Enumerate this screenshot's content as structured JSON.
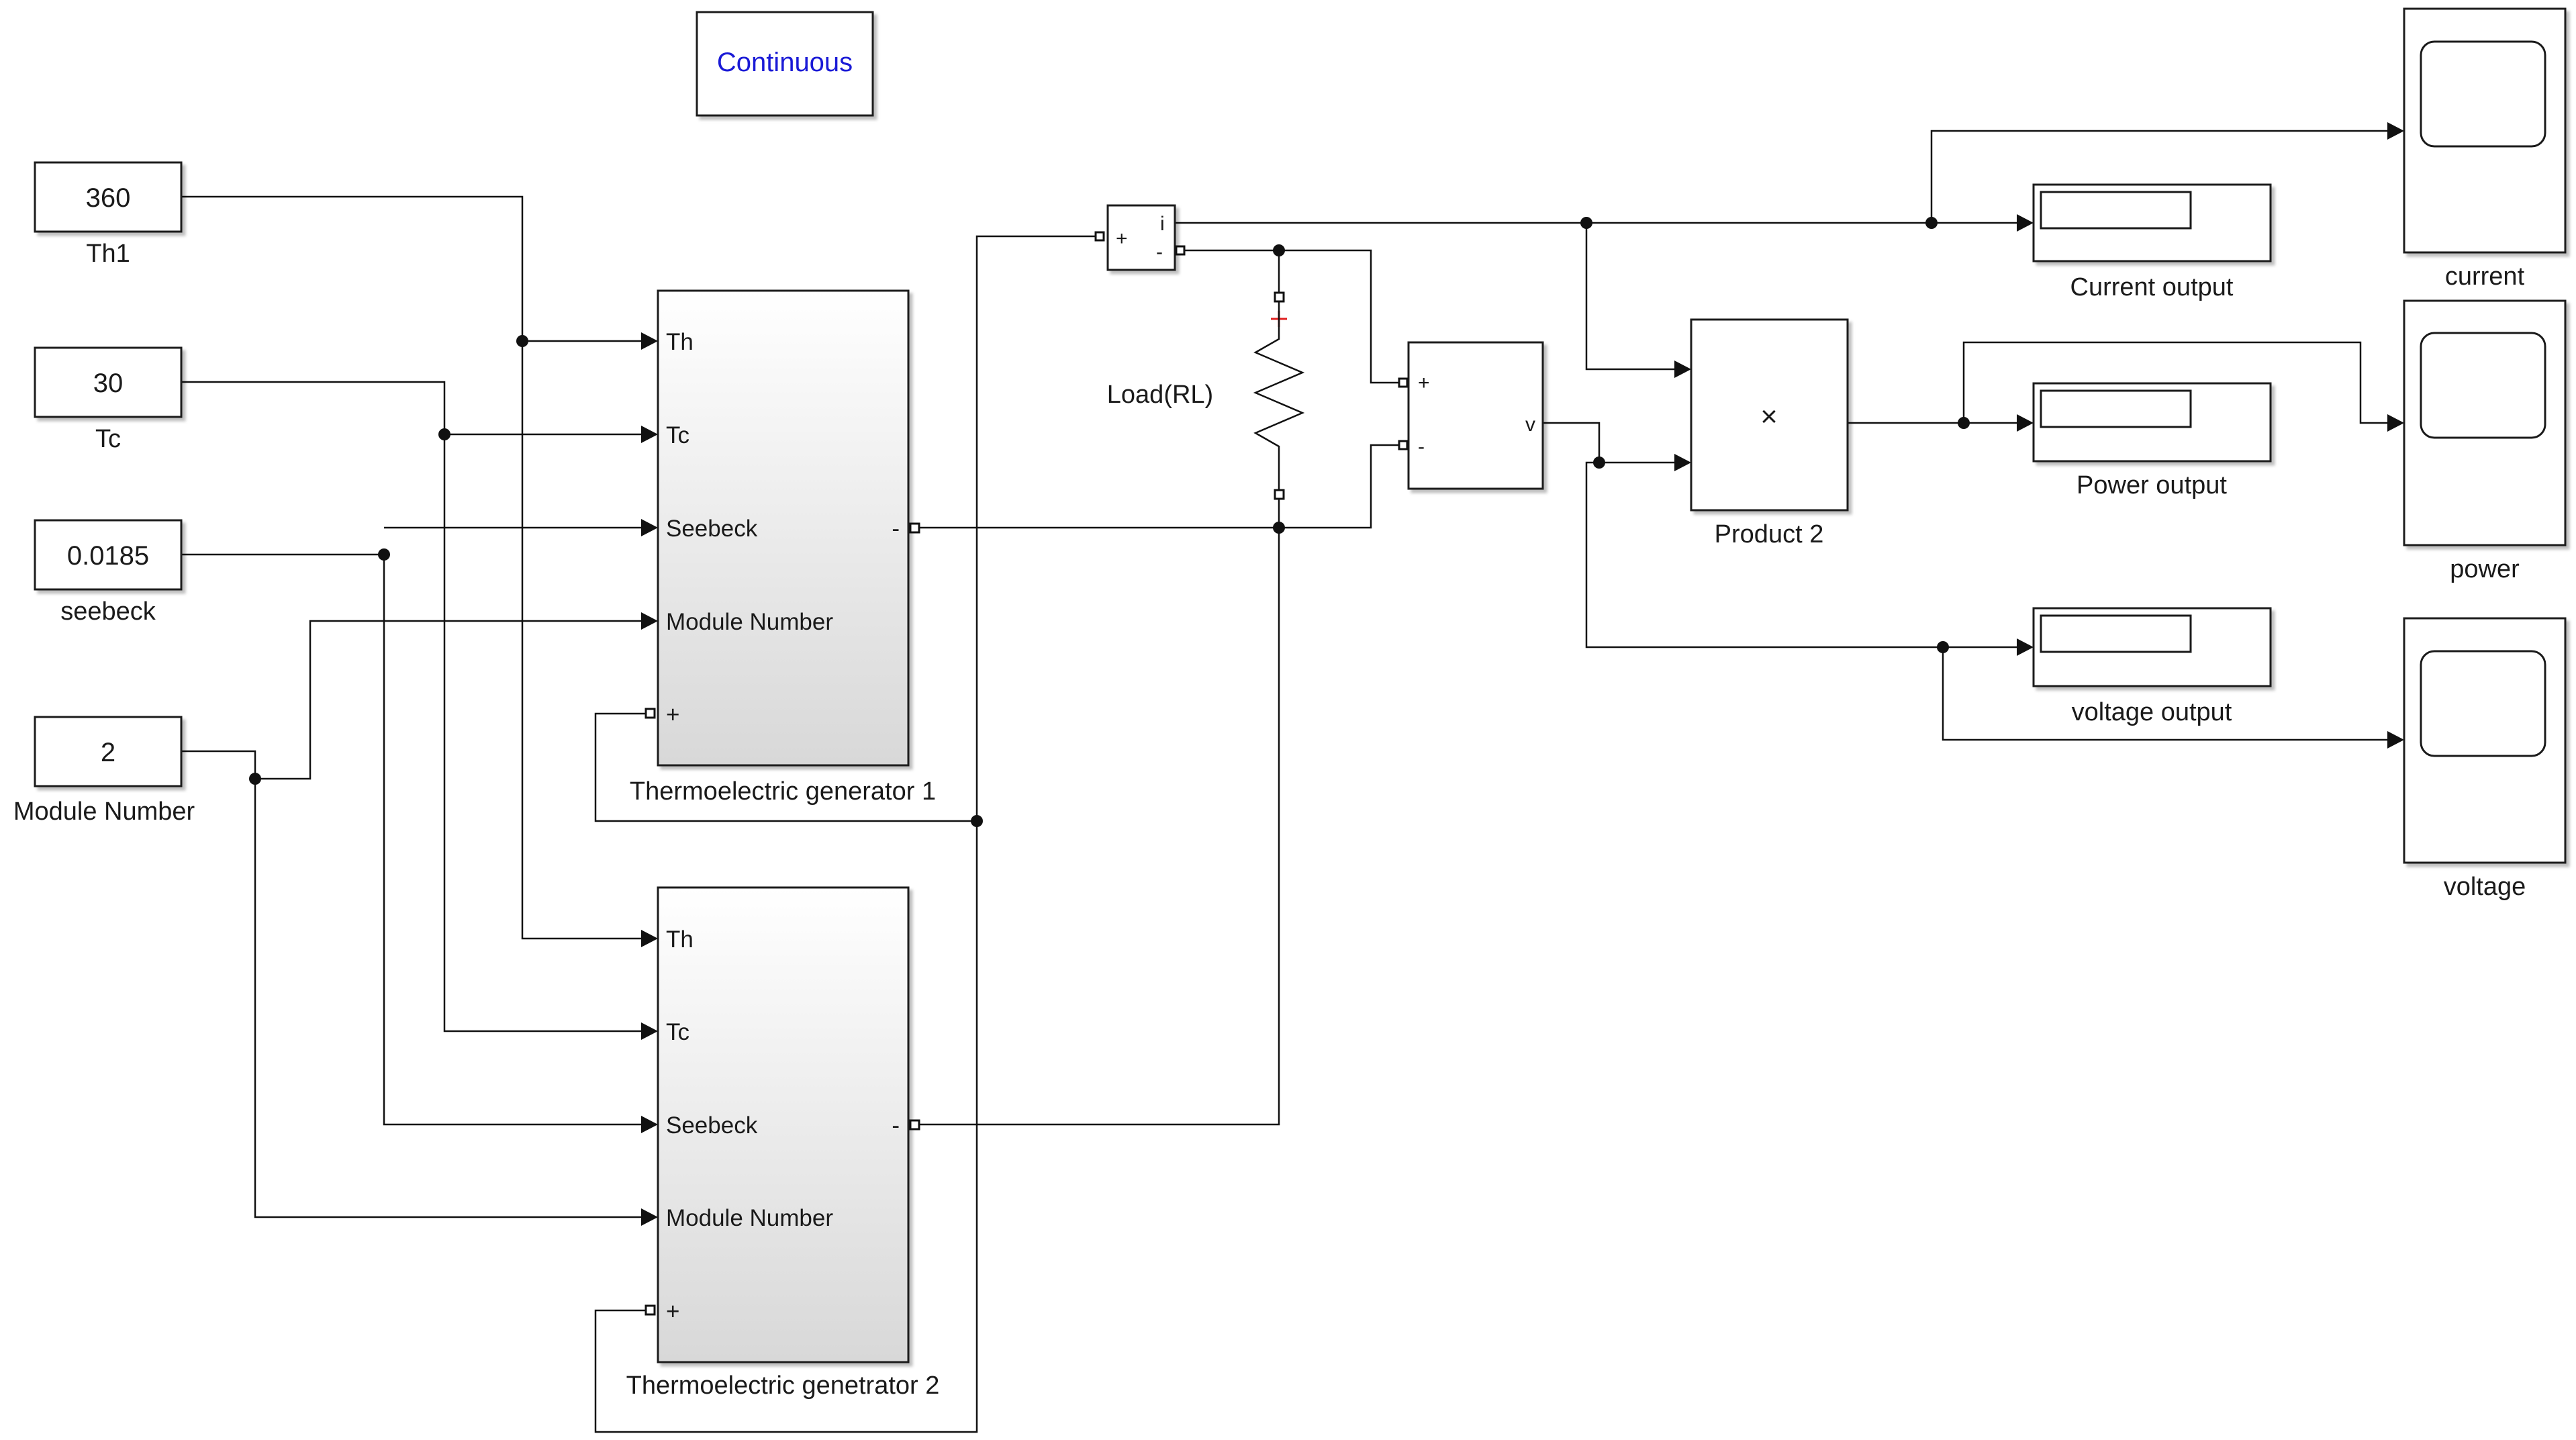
{
  "solver_label": "Continuous",
  "constants": {
    "th1": {
      "value": "360",
      "name": "Th1"
    },
    "tc": {
      "value": "30",
      "name": "Tc"
    },
    "seebeck": {
      "value": "0.0185",
      "name": "seebeck"
    },
    "module_number": {
      "value": "2",
      "name": "Module Number"
    }
  },
  "teg1": {
    "name": "Thermoelectric generator 1",
    "ports": [
      "Th",
      "Tc",
      "Seebeck",
      "Module Number",
      "+"
    ],
    "out_port": "-"
  },
  "teg2": {
    "name": "Thermoelectric genetrator 2",
    "ports": [
      "Th",
      "Tc",
      "Seebeck",
      "Module Number",
      "+"
    ],
    "out_port": "-"
  },
  "current_sensor": {
    "plus": "+",
    "minus": "-",
    "out": "i"
  },
  "voltage_sensor": {
    "plus": "+",
    "minus": "-",
    "out": "v"
  },
  "load": {
    "name": "Load(RL)"
  },
  "product": {
    "name": "Product 2",
    "symbol": "×"
  },
  "displays": {
    "current": "Current output",
    "power": "Power output",
    "voltage": "voltage output"
  },
  "scopes": {
    "current": "current",
    "power": "power",
    "voltage": "voltage"
  },
  "colors": {
    "solver_text": "#1a1ad6",
    "block_border": "#1a1a1a",
    "wire": "#111111",
    "subsystem_gradient_top": "#ffffff",
    "subsystem_gradient_bottom": "#d8d8d8",
    "resistor_port_mark": "#e02020"
  }
}
